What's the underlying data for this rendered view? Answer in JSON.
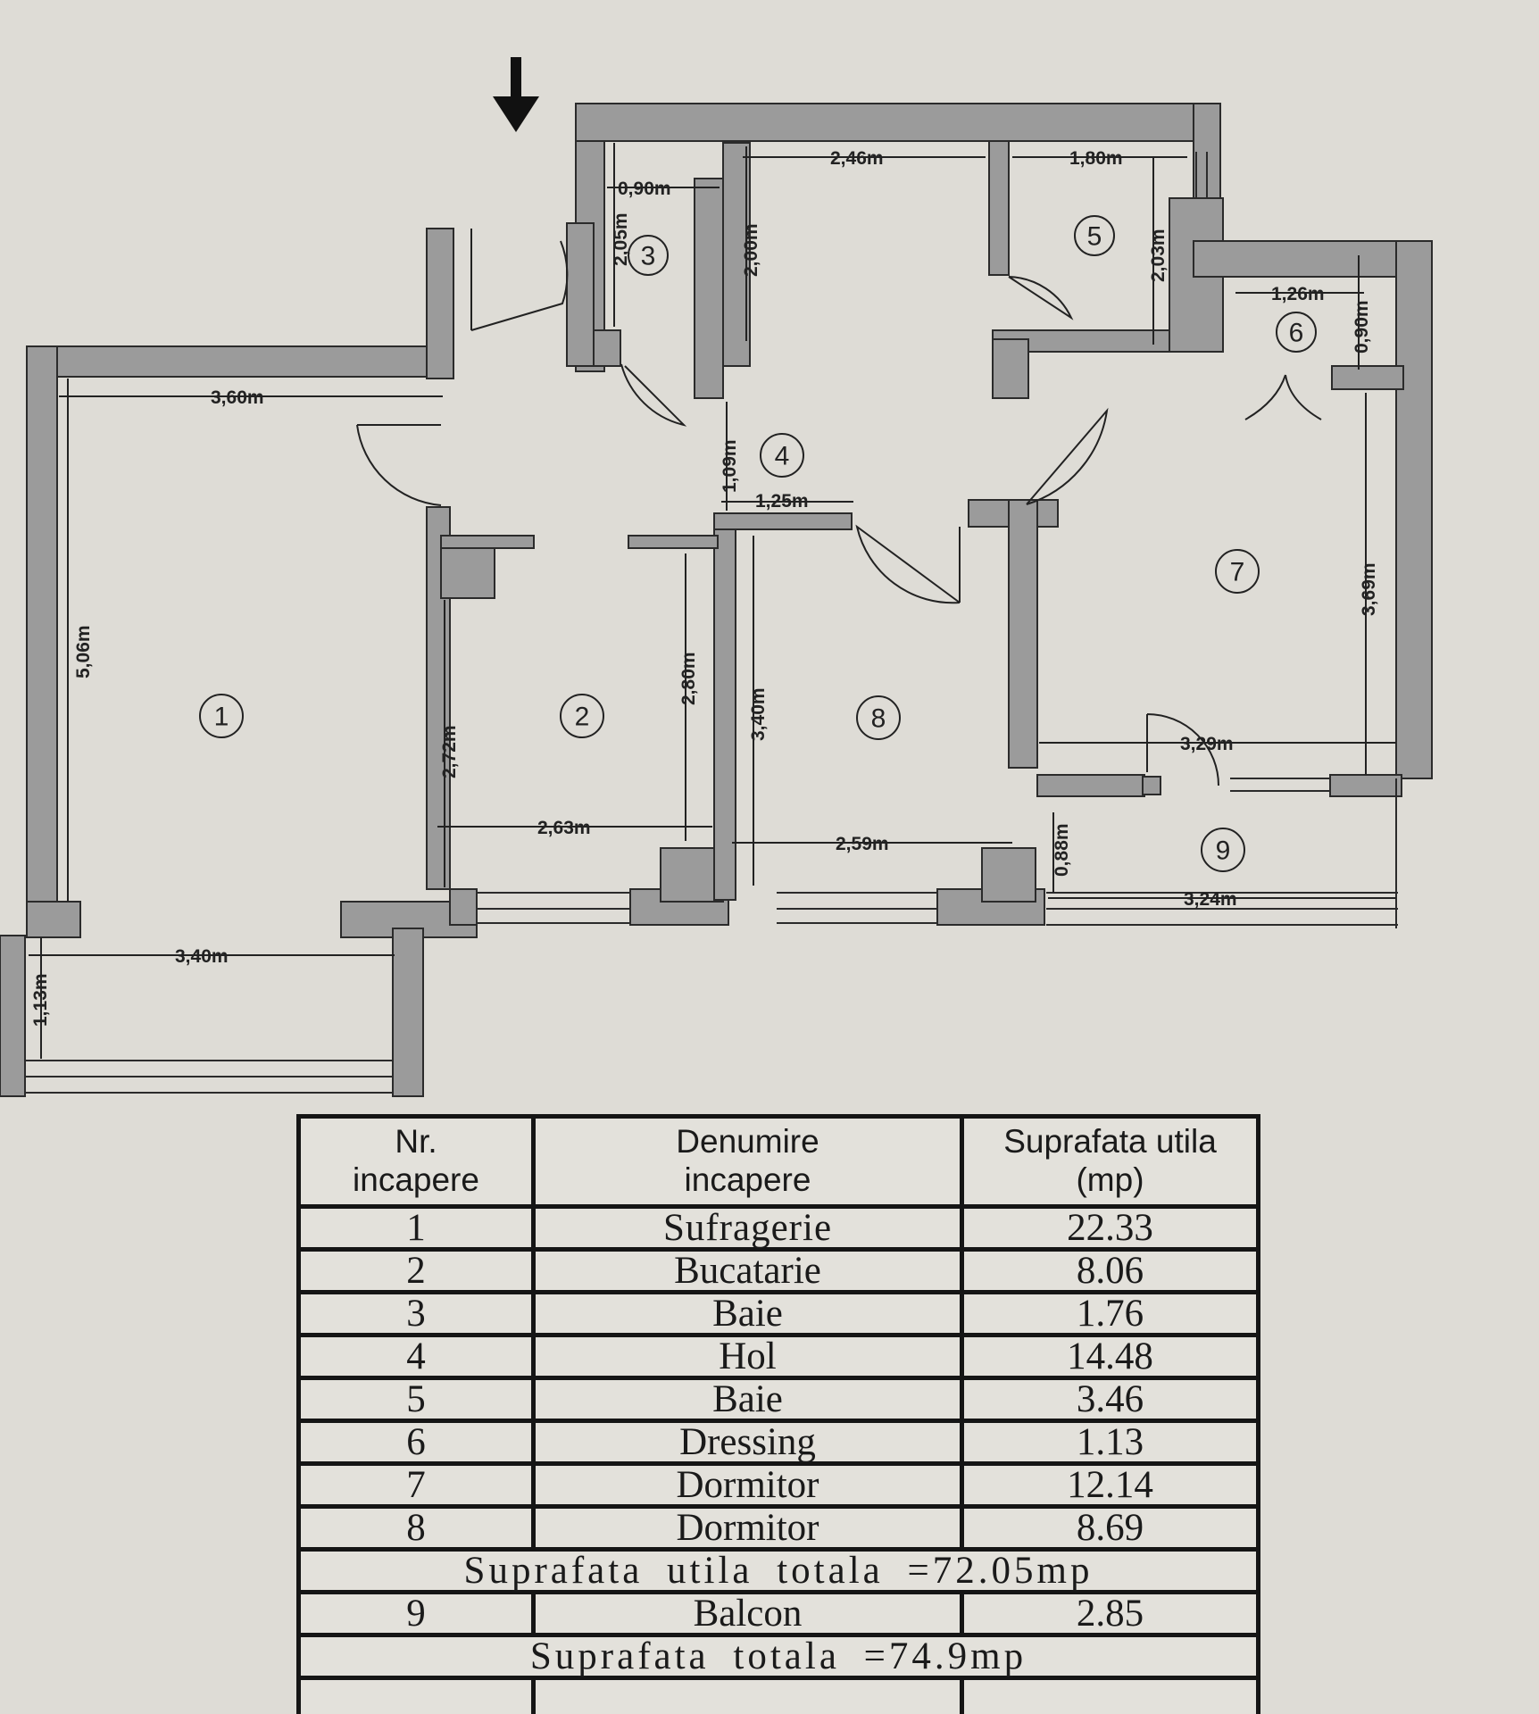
{
  "plan": {
    "room_numbers": [
      "1",
      "2",
      "3",
      "4",
      "5",
      "6",
      "7",
      "8",
      "9"
    ],
    "dimensions": [
      "3,60m",
      "5,06m",
      "3,40m",
      "1,13m",
      "0,90m",
      "2,05m",
      "2,46m",
      "2,00m",
      "1,80m",
      "2,03m",
      "1,26m",
      "0,90m",
      "1,09m",
      "1,25m",
      "2,72m",
      "2,80m",
      "2,63m",
      "3,40m",
      "2,59m",
      "3,69m",
      "3,29m",
      "0,88m",
      "3,24m"
    ]
  },
  "table": {
    "headers": [
      "Nr.\nincapere",
      "Denumire\nincapere",
      "Suprafata utila\n(mp)"
    ],
    "rows": [
      {
        "nr": "1",
        "name": "Sufragerie",
        "area": "22.33"
      },
      {
        "nr": "2",
        "name": "Bucatarie",
        "area": "8.06"
      },
      {
        "nr": "3",
        "name": "Baie",
        "area": "1.76"
      },
      {
        "nr": "4",
        "name": "Hol",
        "area": "14.48"
      },
      {
        "nr": "5",
        "name": "Baie",
        "area": "3.46"
      },
      {
        "nr": "6",
        "name": "Dressing",
        "area": "1.13"
      },
      {
        "nr": "7",
        "name": "Dormitor",
        "area": "12.14"
      },
      {
        "nr": "8",
        "name": "Dormitor",
        "area": "8.69"
      }
    ],
    "subtotal": "Suprafata utila totala =72.05mp",
    "balcony": {
      "nr": "9",
      "name": "Balcon",
      "area": "2.85"
    },
    "total": "Suprafata totala =74.9mp"
  },
  "colors": {
    "paper": "#dedcd6",
    "wall": "#9a9a9a",
    "line": "#222222"
  }
}
